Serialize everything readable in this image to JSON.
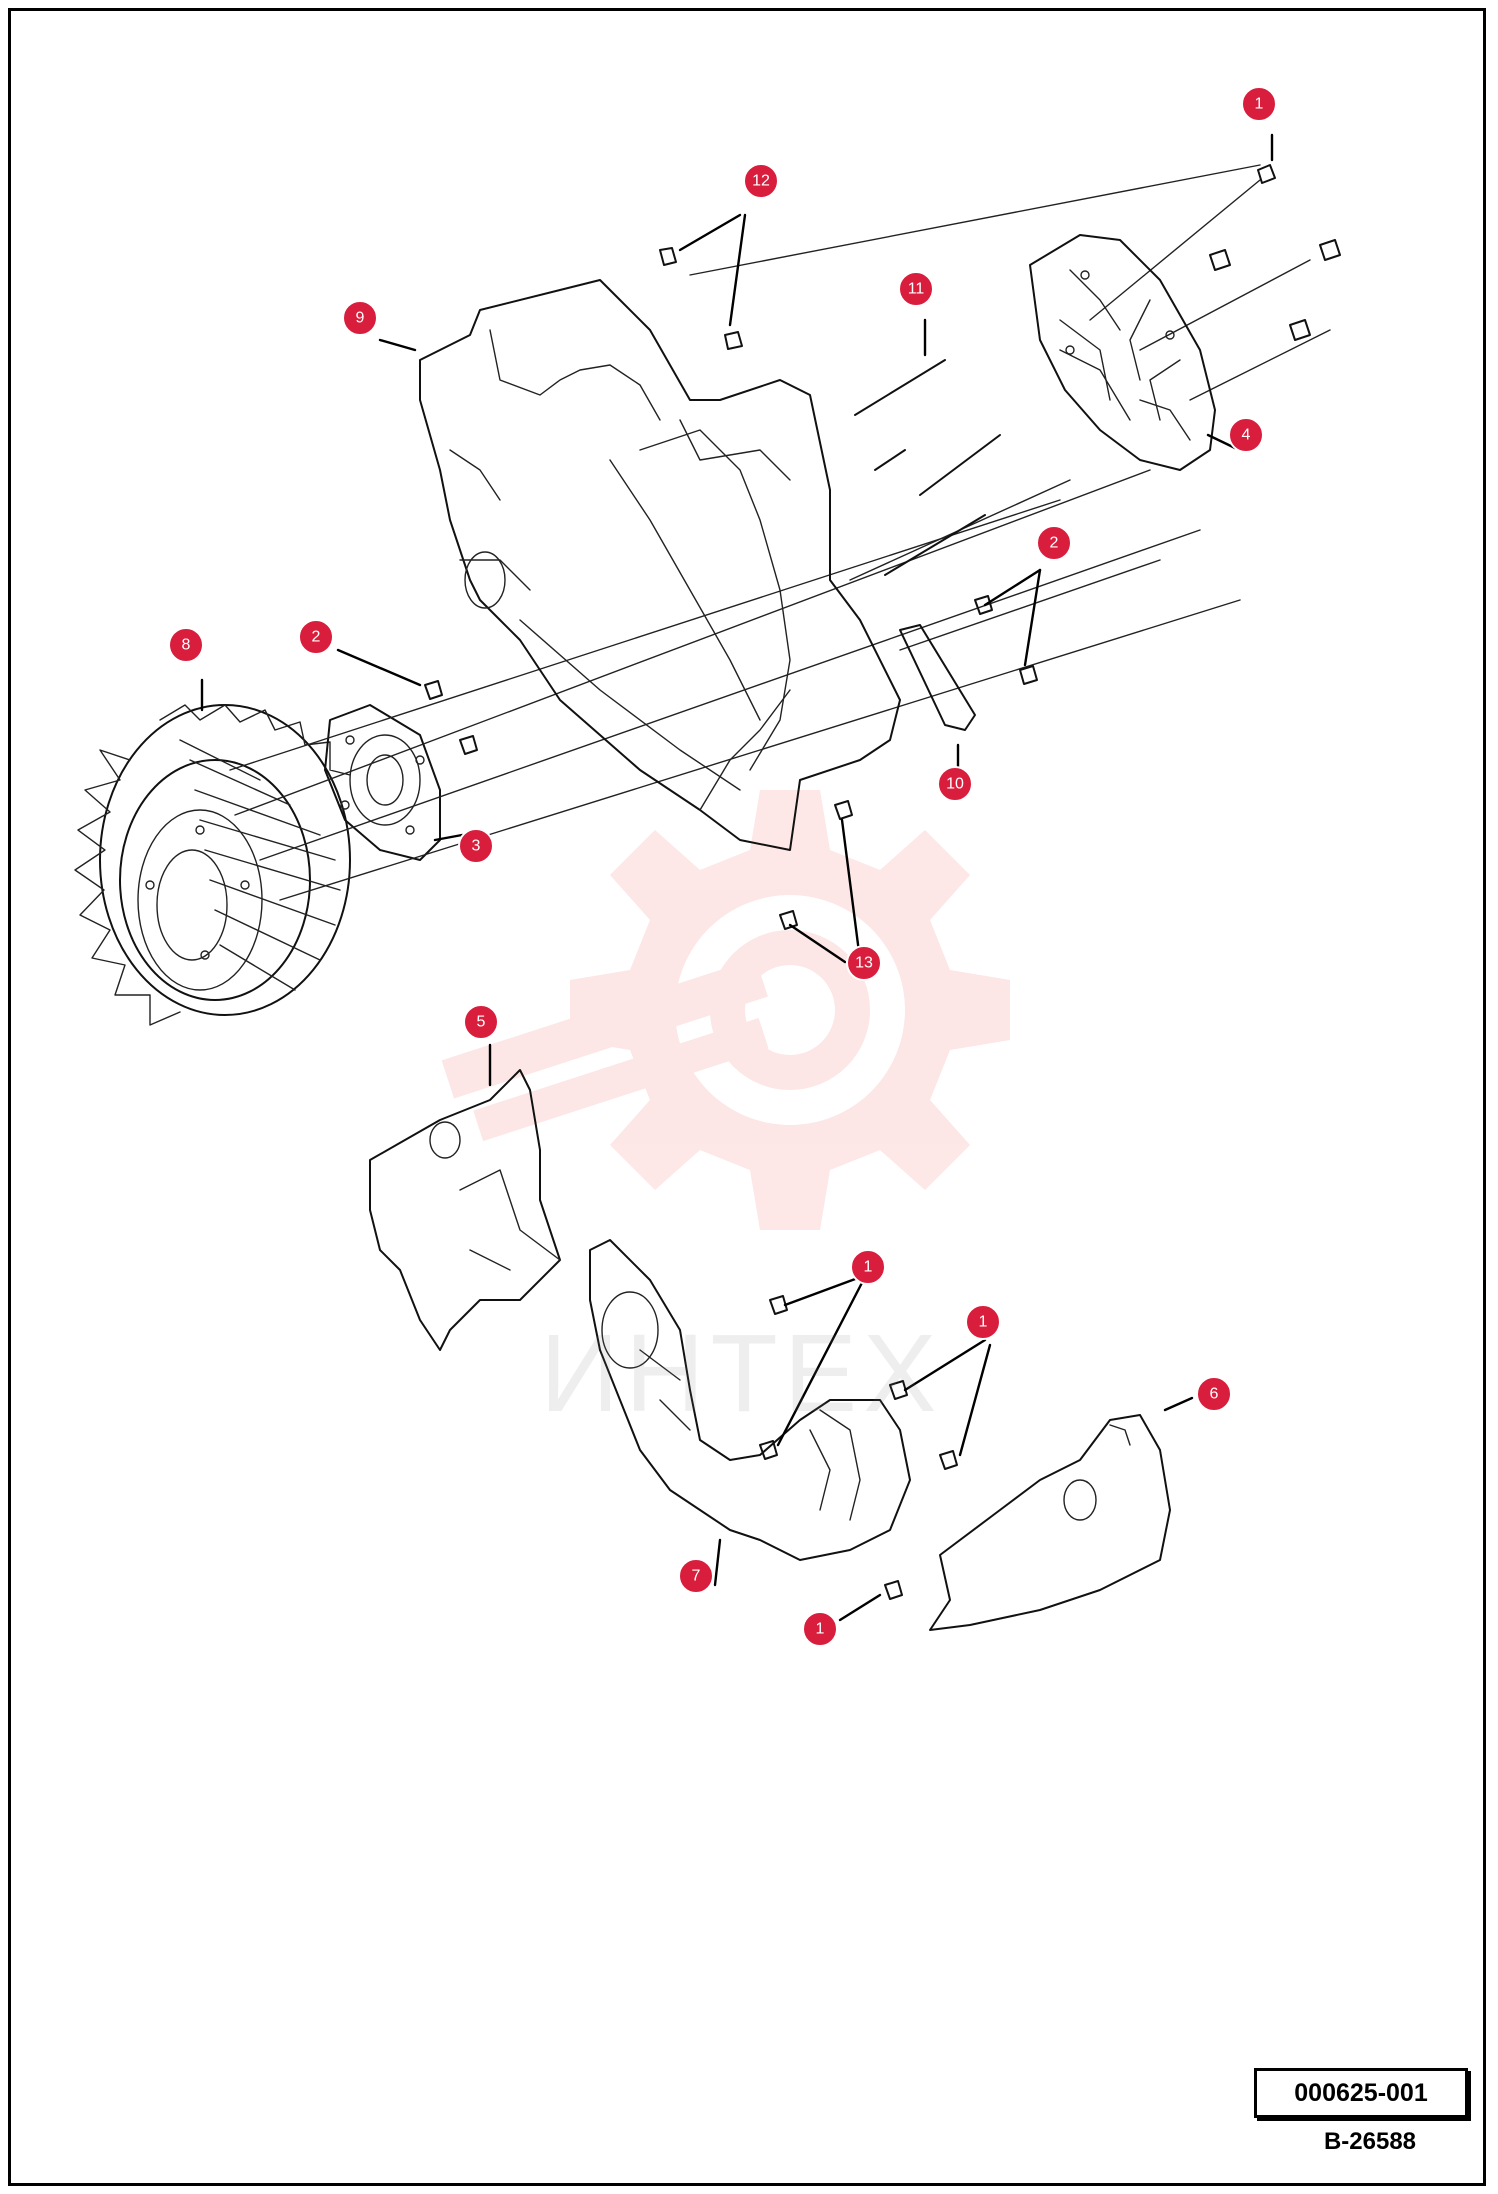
{
  "drawing": {
    "part_code": "000625-001",
    "sheet_code": "B-26588"
  },
  "watermark": {
    "text": "ИНТЕХ",
    "color": "#f26b6b"
  },
  "callout_color": "#d81e3c",
  "callouts": [
    {
      "id": "c1a",
      "label": "1"
    },
    {
      "id": "c12",
      "label": "12"
    },
    {
      "id": "c9",
      "label": "9"
    },
    {
      "id": "c11",
      "label": "11"
    },
    {
      "id": "c4",
      "label": "4"
    },
    {
      "id": "c2a",
      "label": "2"
    },
    {
      "id": "c8",
      "label": "8"
    },
    {
      "id": "c2b",
      "label": "2"
    },
    {
      "id": "c10",
      "label": "10"
    },
    {
      "id": "c3",
      "label": "3"
    },
    {
      "id": "c13",
      "label": "13"
    },
    {
      "id": "c5",
      "label": "5"
    },
    {
      "id": "c1b",
      "label": "1"
    },
    {
      "id": "c1c",
      "label": "1"
    },
    {
      "id": "c6",
      "label": "6"
    },
    {
      "id": "c7",
      "label": "7"
    },
    {
      "id": "c1d",
      "label": "1"
    }
  ]
}
